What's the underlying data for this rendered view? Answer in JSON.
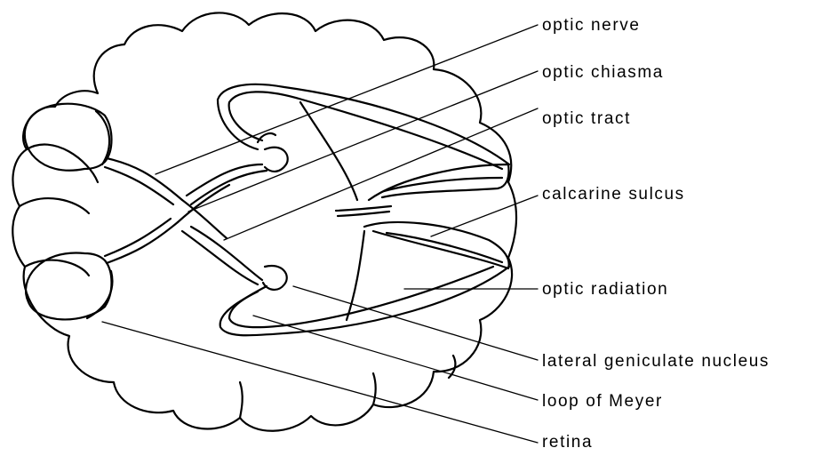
{
  "diagram": {
    "labels": {
      "optic_nerve": "optic nerve",
      "optic_chiasma": "optic chiasma",
      "optic_tract": "optic tract",
      "calcarine_sulcus": "calcarine sulcus",
      "optic_radiation": "optic radiation",
      "lateral_geniculate_nucleus": "lateral geniculate nucleus",
      "loop_of_meyer": "loop of Meyer",
      "retina": "retina"
    },
    "colors": {
      "background": "#ffffff",
      "ink": "#000000"
    }
  }
}
